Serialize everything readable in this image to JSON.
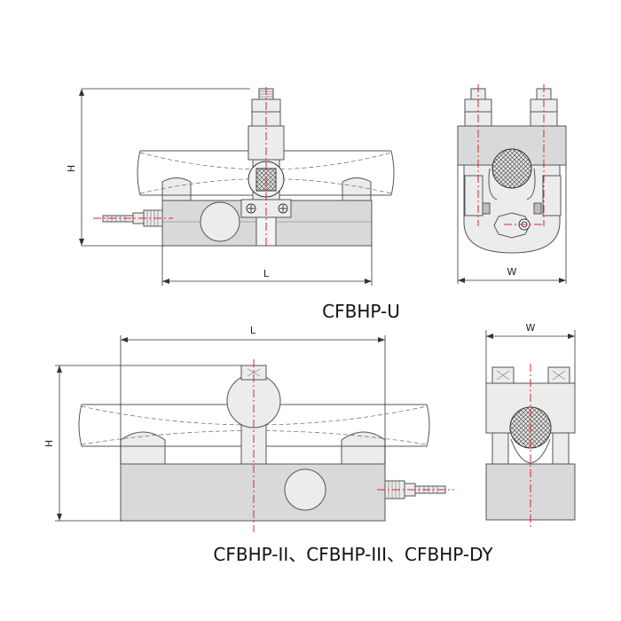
{
  "top_title": "CFBHP-U",
  "bottom_title": "CFBHP-II、CFBHP-III、CFBHP-DY",
  "dimensions": {
    "top_side_height": "H",
    "top_side_length": "L",
    "top_front_width": "W",
    "bottom_side_height": "H",
    "bottom_side_length": "L",
    "bottom_front_width": "W"
  },
  "colors": {
    "centerline": "#e0242c",
    "outline": "#555555",
    "metal": "#d9d9d9"
  }
}
